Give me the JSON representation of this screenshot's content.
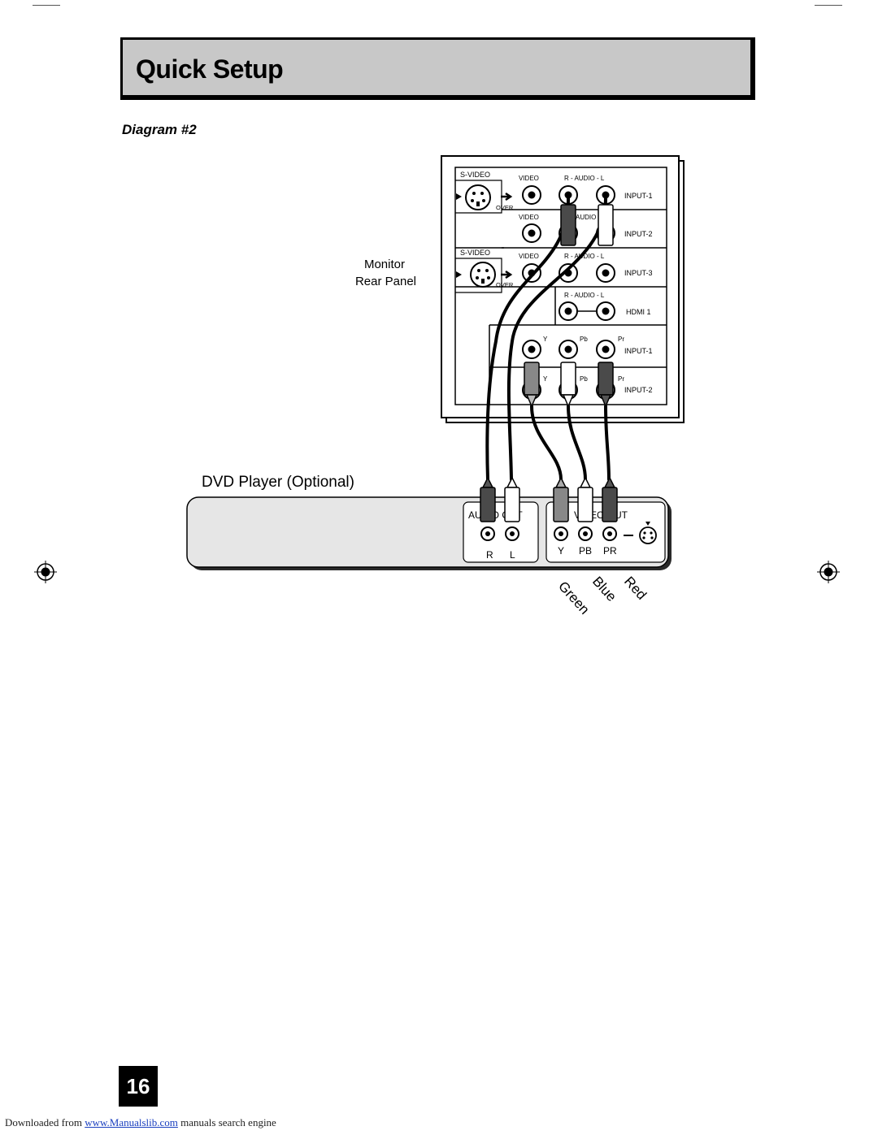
{
  "header": {
    "title": "Quick Setup"
  },
  "subtitle": "Diagram #2",
  "monitor": {
    "label_line1": "Monitor",
    "label_line2": "Rear Panel",
    "s_video": "S-VIDEO",
    "video": "VIDEO",
    "r_audio_l": "R - AUDIO - L",
    "audio_partial": "AUDIO",
    "r_audio_l_partial": "R - AUDIO - L",
    "over": "OVER",
    "input1": "INPUT-1",
    "input2": "INPUT-2",
    "input3": "INPUT-3",
    "hdmi": "HDMI 1",
    "y": "Y",
    "pb": "Pb",
    "pr": "Pr"
  },
  "dvd": {
    "label": "DVD Player (Optional)",
    "audio_out": "AUDIO OUT",
    "video_out": "VIDEO OUT",
    "r": "R",
    "l": "L",
    "y": "Y",
    "pb": "PB",
    "pr": "PR"
  },
  "cable_colors": {
    "green": "Green",
    "blue": "Blue",
    "red": "Red"
  },
  "page_number": "16",
  "footer": {
    "prefix": "Downloaded from ",
    "link": "www.Manualslib.com",
    "suffix": " manuals search engine"
  }
}
